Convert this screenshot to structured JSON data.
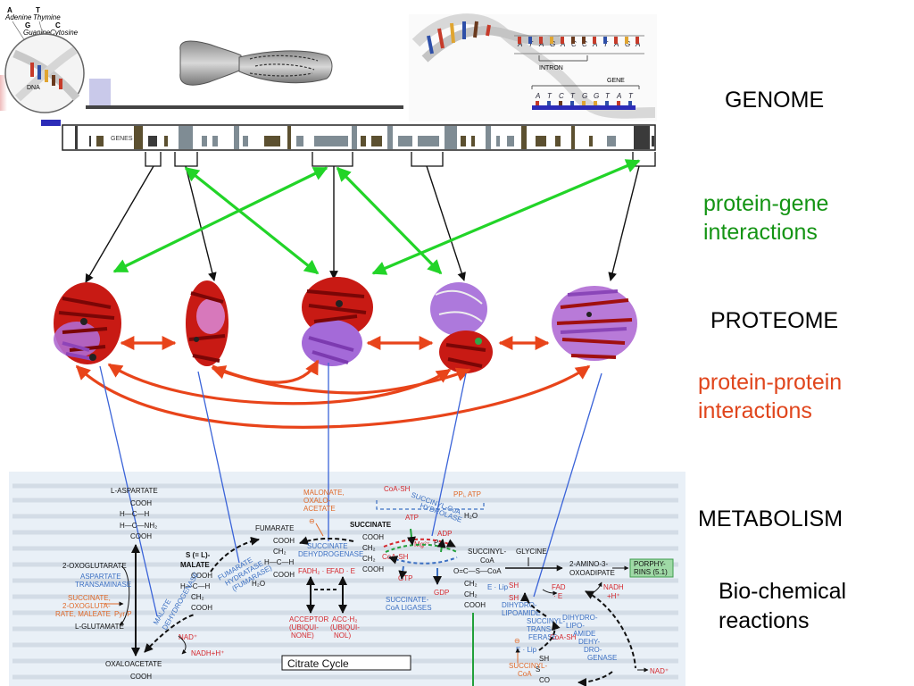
{
  "labels": {
    "genome": "GENOME",
    "protein_gene": "protein-gene interactions",
    "protein_gene_l1": "protein-gene",
    "protein_gene_l2": "interactions",
    "proteome": "PROTEOME",
    "protein_protein_l1": "protein-protein",
    "protein_protein_l2": "interactions",
    "metabolism": "METABOLISM",
    "bio_l1": "Bio-chemical",
    "bio_l2": "reactions"
  },
  "dna": {
    "adenine": "Adenine",
    "thymine": "Thymine",
    "guanine": "Guanine",
    "cytosine": "Cytosine",
    "A": "A",
    "T": "T",
    "G": "G",
    "C": "C",
    "dna": "DNA",
    "genes": "GENES",
    "intron": "INTRON",
    "gene": "GENE",
    "seq_top": [
      "A",
      "T",
      "A",
      "G",
      "A",
      "C",
      "C",
      "A",
      "T",
      "A",
      "G",
      "A"
    ],
    "seq_bottom": [
      "A",
      "T",
      "C",
      "T",
      "G",
      "G",
      "T",
      "A",
      "T"
    ]
  },
  "metabolism": {
    "l_aspartate": "L-ASPARTATE",
    "cooh": "COOH",
    "h_c_h": "H—C—H",
    "h_c_nh2": "H—C—NH₂",
    "oxoglutarate": "2-OXOGLUTARATE",
    "aspartate_transaminase_1": "ASPARTATE",
    "aspartate_transaminase_2": "TRANSAMINASE",
    "succinate_inhib_1": "SUCCINATE,",
    "succinate_inhib_2": "2-OXOGLUTA-",
    "succinate_inhib_3": "RATE, MALEATE",
    "pyr_p": "Pyr P",
    "l_glutamate": "L-GLUTAMATE",
    "oxaloacetate": "OXALOACETATE",
    "malate_1": "S (= L)-",
    "malate_2": "MALATE",
    "fumarate": "FUMARATE",
    "fumarate_hydratase_1": "FUMARATE",
    "fumarate_hydratase_2": "HYDRATASE",
    "fumarate_hydratase_3": "(FUMARASE)",
    "h2o": "H₂O",
    "malate_dehydrogenase_1": "MALATE",
    "malate_dehydrogenase_2": "DEHYDROGENASE",
    "nad": "NAD⁺",
    "nadh": "NADH+H⁺",
    "malonate_1": "MALONATE,",
    "malonate_2": "OXALO-",
    "malonate_3": "ACETATE",
    "succinate_dh_1": "SUCCINATE",
    "succinate_dh_2": "DEHYDROGENASE",
    "fadh2": "FADH₂ · E",
    "fad_e": "FAD · E",
    "acceptor_1": "ACCEPTOR",
    "acceptor_2": "(UBIQUI-",
    "acceptor_3": "NONE)",
    "acc_h2_1": "ACC·H₂",
    "acc_h2_2": "(UBIQUI-",
    "acc_h2_3": "NOL)",
    "succinate": "SUCCINATE",
    "coa_sh": "CoA-SH",
    "atp": "ATP",
    "mg": "Mg²⁺",
    "adp": "ADP",
    "pi": "Pᵢ",
    "gtp": "GTP",
    "gdp": "GDP",
    "succinyl_coa_hydrolase_1": "SUCCINYL-CoA",
    "succinyl_coa_hydrolase_2": "HYDROLASE",
    "ppi_atp": "PPᵢ, ATP",
    "succinate_coa_ligases_1": "SUCCINATE-",
    "succinate_coa_ligases_2": "CoA LIGASES",
    "succinyl_coa_1": "SUCCINYL-",
    "succinyl_coa_2": "CoA",
    "glycine": "GLYCINE",
    "amino_1": "2-AMINO-3-",
    "amino_2": "OXOADIPATE",
    "porphyrins_1": "PORPHY-",
    "porphyrins_2": "RINS (5.1)",
    "sh": "SH",
    "e_lip": "E · Lip",
    "dihydrolipoamide_1": "DIHYDRO-",
    "dihydrolipoamide_2": "LIPOAMIDE",
    "succinyl_trans_1": "SUCCINYL-",
    "succinyl_trans_2": "TRANS-",
    "succinyl_trans_3": "FERASE",
    "dihydrolipoamide_dh_1": "DIHYDRO-",
    "dihydrolipoamide_dh_2": "LIPO-",
    "dihydrolipoamide_dh_3": "AMIDE",
    "dihydrolipoamide_dh_4": "DEHY-",
    "dihydrolipoamide_dh_5": "DRO-",
    "dihydrolipoamide_dh_6": "GENASE",
    "fad": "FAD",
    "e": "· E",
    "nadh_h": "NADH",
    "h_plus": "+H⁺",
    "nad_plus": "NAD⁺",
    "succinyl_coa_small_1": "SUCCINYL-",
    "succinyl_coa_small_2": "CoA",
    "citrate_cycle": "Citrate Cycle",
    "ch2": "CH₂",
    "s": "S",
    "co": "CO"
  },
  "colors": {
    "green_arrow": "#22d428",
    "black_arrow": "#111111",
    "orange_arrow": "#e8441a",
    "blue_line": "#3a63d8",
    "label_green": "#149414",
    "label_orange": "#e0451c",
    "enzyme_blue": "#3b6fc2",
    "inhibitor_orange": "#e06a2a",
    "cofactor_red": "#d4282e",
    "metabolism_bg": "#e9f0f7"
  }
}
